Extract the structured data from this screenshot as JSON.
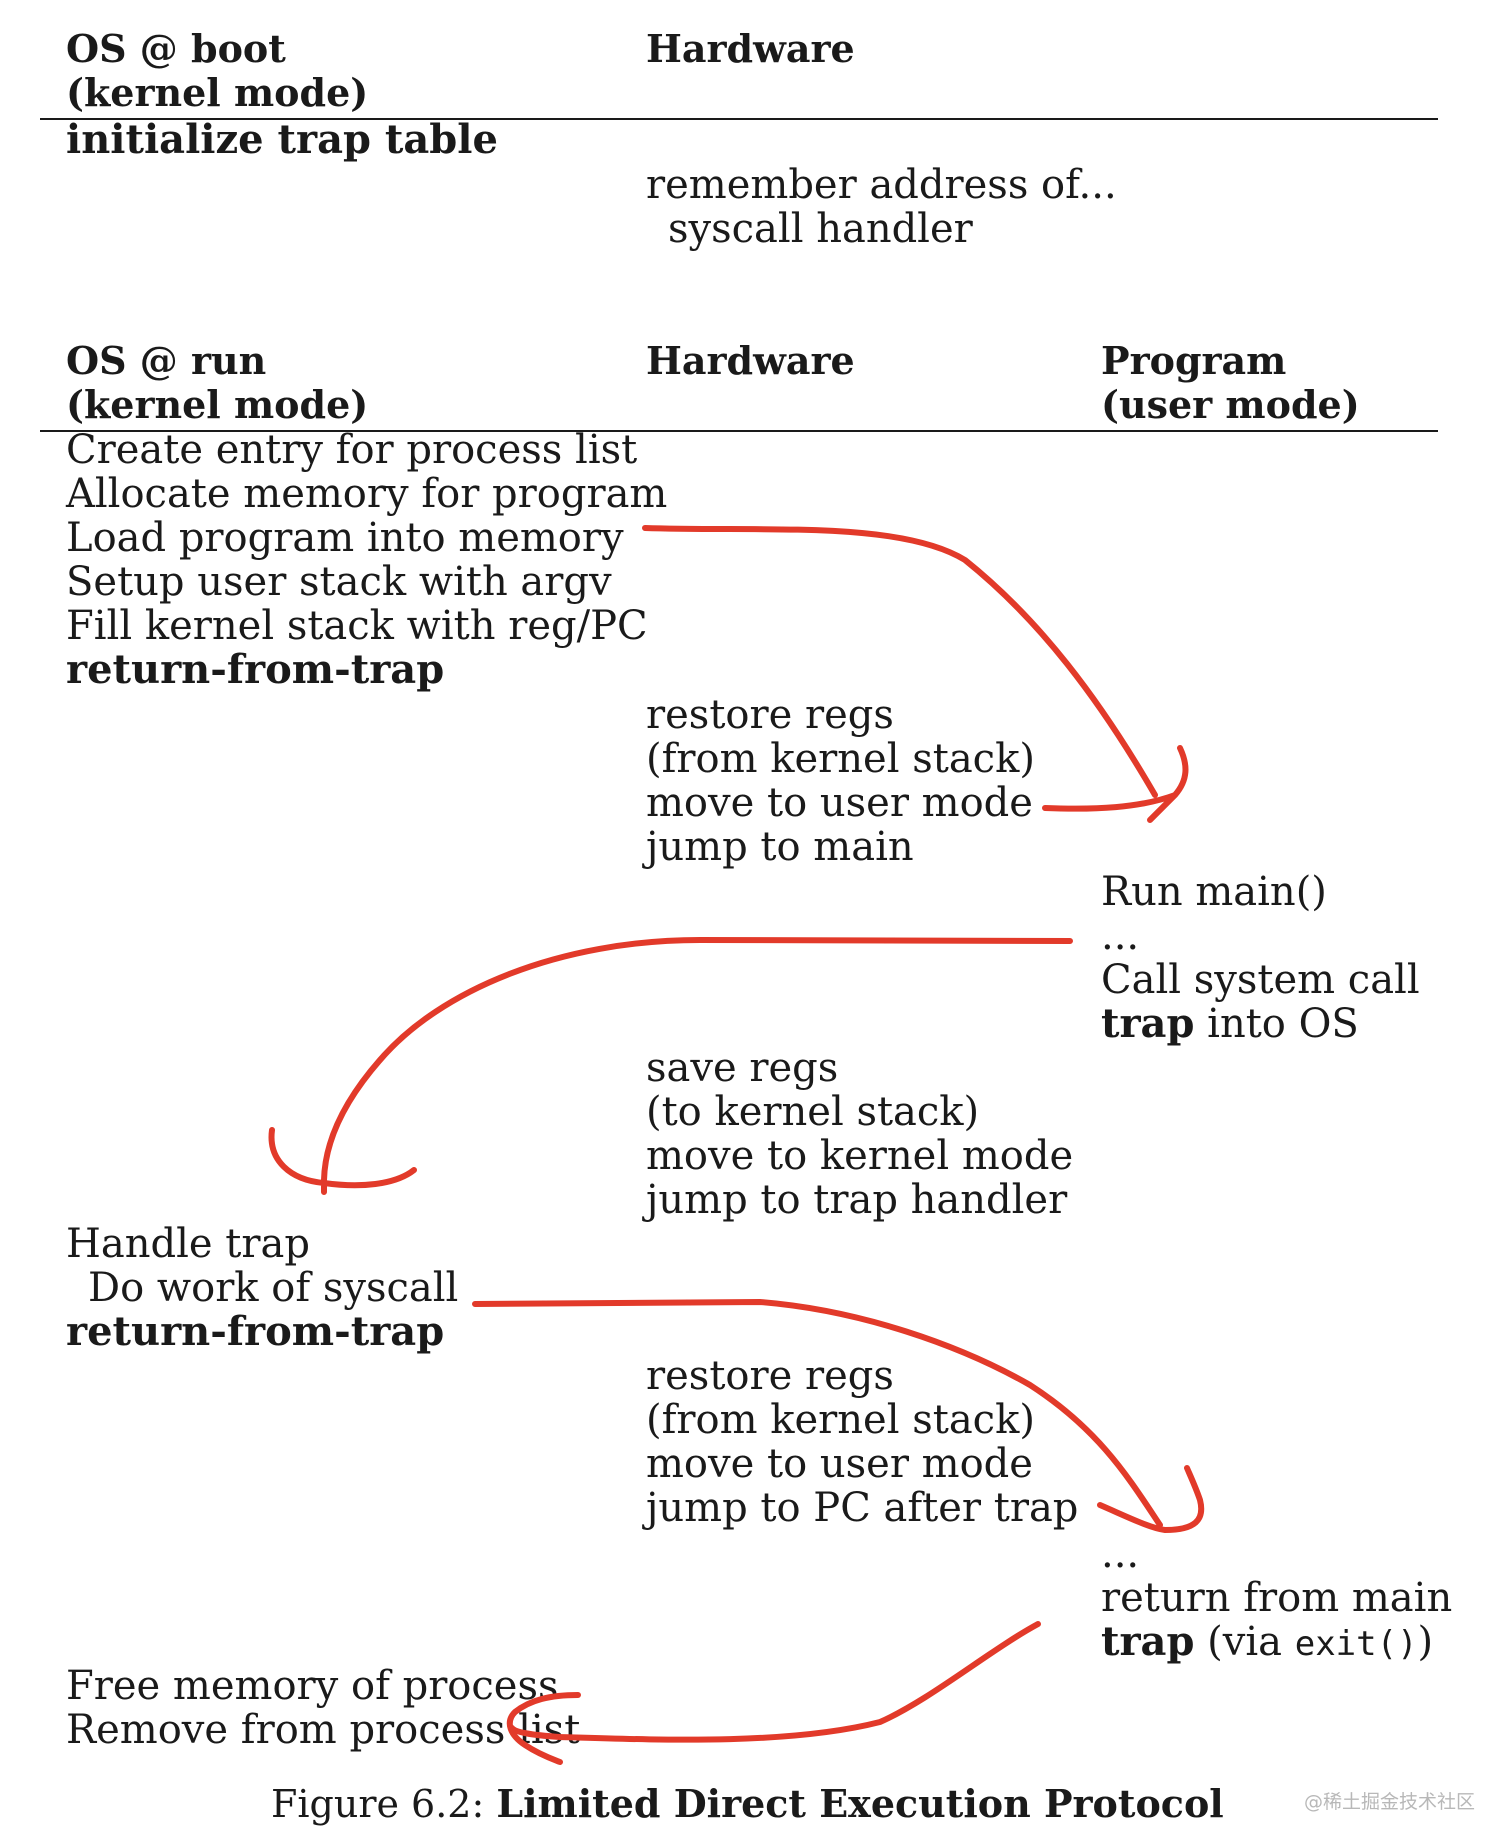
{
  "boot_table": {
    "os_header_line1": "OS @ boot",
    "os_header_line2": "(kernel mode)",
    "hw_header": "Hardware",
    "os_row1": "initialize trap table",
    "hw_row1_line1": "remember address of...",
    "hw_row1_line2": "syscall handler"
  },
  "run_table": {
    "os_header_line1": "OS @ run",
    "os_header_line2": "(kernel mode)",
    "hw_header": "Hardware",
    "prog_header_line1": "Program",
    "prog_header_line2": "(user mode)",
    "os_block1": [
      "Create entry for process list",
      "Allocate memory for program",
      "Load program into memory",
      "Setup user stack with argv",
      "Fill kernel stack with reg/PC"
    ],
    "os_block1_bold": "return-from-trap",
    "hw_block1": [
      "restore regs",
      "(from kernel stack)",
      "move to user mode",
      "jump to main"
    ],
    "prog_block1": [
      "Run main()",
      "...",
      "Call system call"
    ],
    "prog_block1_trap_bold": "trap",
    "prog_block1_trap_rest": " into OS",
    "hw_block2": [
      "save regs",
      "(to kernel stack)",
      "move to kernel mode",
      "jump to trap handler"
    ],
    "os_block2_line1": "Handle trap",
    "os_block2_line2": "Do work of syscall",
    "os_block2_bold": "return-from-trap",
    "hw_block3": [
      "restore regs",
      "(from kernel stack)",
      "move to user mode",
      "jump to PC after trap"
    ],
    "prog_block2_line1": "...",
    "prog_block2_line2": "return from main",
    "prog_block2_trap_bold": "trap",
    "prog_block2_via": " (via ",
    "prog_block2_code": "exit()",
    "prog_block2_close": ")",
    "os_block3": [
      "Free memory of process",
      "Remove from process list"
    ]
  },
  "caption": {
    "prefix": "Figure 6.2: ",
    "title": "Limited Direct Execution Protocol"
  },
  "watermark": "@稀土掘金技术社区",
  "colors": {
    "annotation_arrow": "#e23a2a",
    "text": "#1a1a1a",
    "background": "#ffffff"
  }
}
